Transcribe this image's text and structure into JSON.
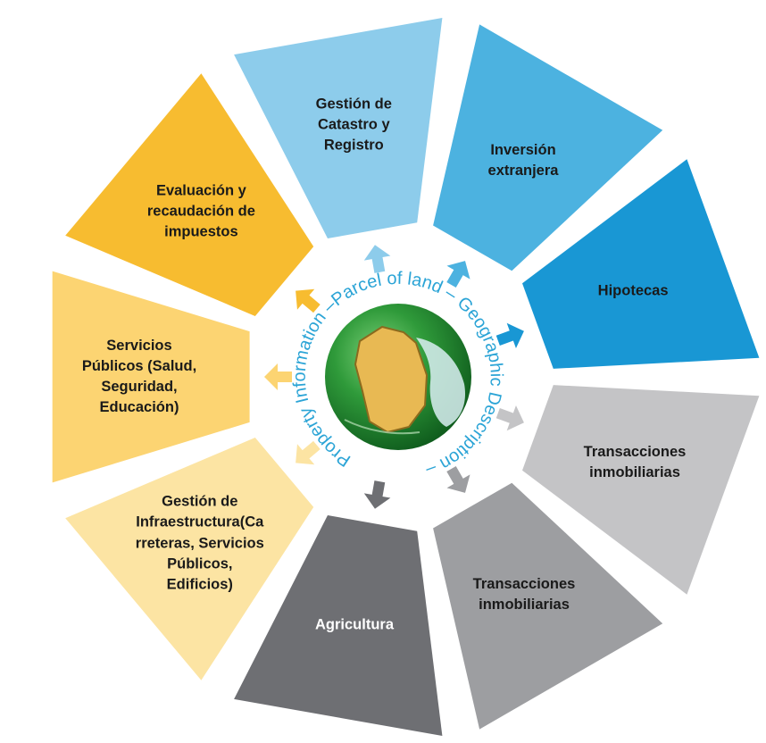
{
  "segments": [
    {
      "label": "Gestión de\nCatastro y\nRegistro",
      "color": "#8DCCEB"
    },
    {
      "label": "Inversión\nextranjera",
      "color": "#4CB2E0"
    },
    {
      "label": "Hipotecas",
      "color": "#1997D4"
    },
    {
      "label": "Transacciones\ninmobiliarias",
      "color": "#C4C4C6"
    },
    {
      "label": "Transacciones\ninmobiliarias",
      "color": "#9D9EA1"
    },
    {
      "label": "Agricultura",
      "color": "#6E6F73"
    },
    {
      "label": "Gestión de\nInfraestructura(Ca\nrreteras, Servicios\nPúblicos,\nEdificios)",
      "color": "#FCE4A3"
    },
    {
      "label": "Servicios\nPúblicos (Salud,\nSeguridad,\nEducación)",
      "color": "#FCD472"
    },
    {
      "label": "Evaluación y\nrecaudación de\nimpuestos",
      "color": "#F7BC30"
    }
  ],
  "center": {
    "ring_text": "Property Information –Parcel of land – Geographic Description –",
    "ring_color": "#2BA4D6"
  }
}
